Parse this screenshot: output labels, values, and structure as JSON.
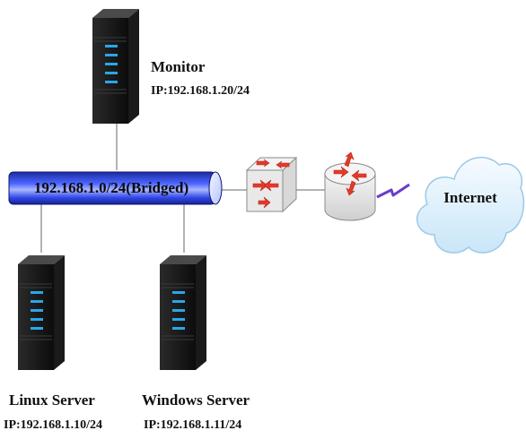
{
  "network": {
    "bus_label": "192.168.1.0/24(Bridged)",
    "internet_label": "Internet"
  },
  "nodes": {
    "monitor": {
      "name": "Monitor",
      "ip": "IP:192.168.1.20/24"
    },
    "linux": {
      "name": "Linux Server",
      "ip": "IP:192.168.1.10/24"
    },
    "windows": {
      "name": "Windows Server",
      "ip": "IP:192.168.1.11/24"
    }
  },
  "icons": {
    "server": "server-rack-icon",
    "switch": "switch-icon",
    "router": "router-icon",
    "cloud": "cloud-icon",
    "link": "lightning-link-icon"
  },
  "colors": {
    "bus": "#1a2bd6",
    "server_led": "#2aa7e8",
    "arrows": "#e53a2a",
    "cloud": "#d9eefb",
    "link": "#6a3cc9"
  }
}
